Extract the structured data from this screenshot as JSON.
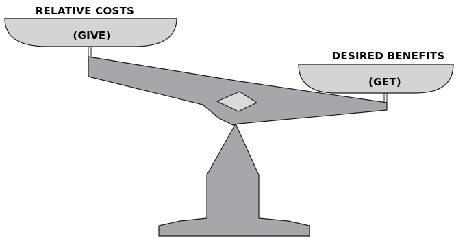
{
  "left_pan": {
    "heading": "RELATIVE COSTS",
    "inner_label": "(GIVE)"
  },
  "right_pan": {
    "heading": "DESIRED BENEFITS",
    "inner_label": "(GET)"
  },
  "colors": {
    "pan_fill": "#d4d4d4",
    "beam_fill": "#a7a6ab",
    "pivot_fill": "#dadada",
    "outline": "#1a1a1a"
  }
}
